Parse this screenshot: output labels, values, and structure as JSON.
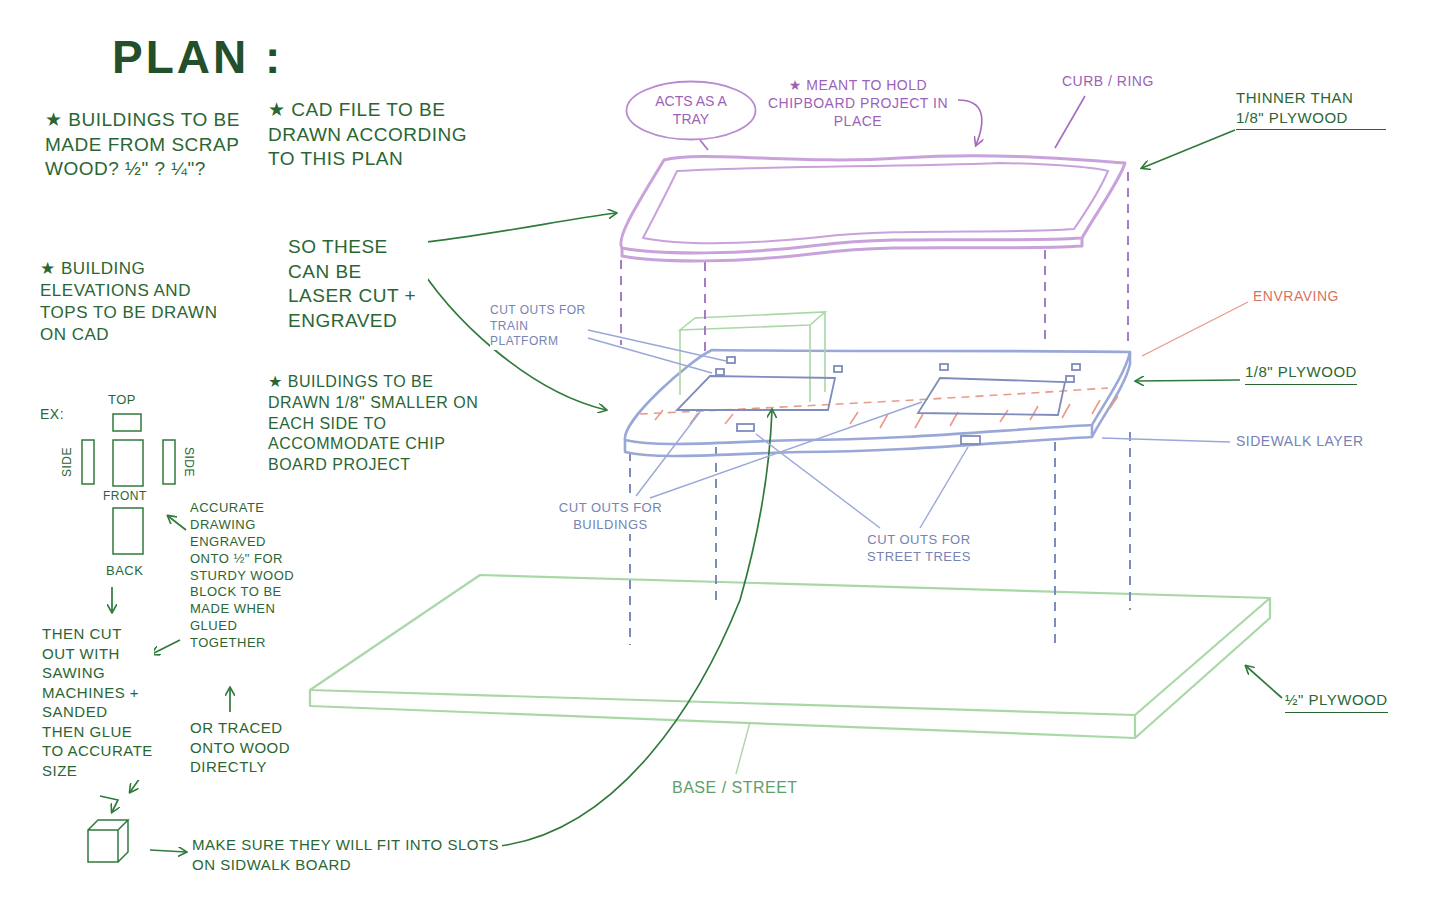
{
  "diagram": {
    "title": "PLAN :",
    "nodes": [
      {
        "text": [
          "ACTS AS A TRAY"
        ]
      }
    ],
    "labels": [
      "★ BUILDINGS TO BE MADE FROM SCRAP WOOD? ½\" ? ¼\"?",
      "★ BUILDING ELEVATIONS AND TOPS TO BE DRAWN ON CAD",
      "EX:",
      "TOP",
      "SIDE",
      "FRONT",
      "SIDE",
      "BACK",
      "ACCURATE DRAWING ENGRAVED ONTO ½\" FOR STURDY WOOD BLOCK TO BE MADE WHEN GLUED TOGETHER",
      "OR TRACED ONTO WOOD DIRECTLY",
      "THEN CUT OUT WITH SAWING MACHINES + SANDED THEN GLUE TO ACCURATE SIZE",
      "MAKE SURE THEY WILL FIT INTO SLOTS ON SIDWALK BOARD",
      "★ CAD FILE TO BE DRAWN ACCORDING TO THIS PLAN",
      "SO THESE CAN BE LASER CUT + ENGRAVED",
      "★ BUILDINGS TO BE DRAWN 1/8\" SMALLER ON EACH SIDE TO ACCOMMODATE CHIP BOARD PROJECT",
      "★ MEANT TO HOLD CHIPBOARD PROJECT IN PLACE",
      "CURB / RING",
      "THINNER THAN 1/8\" PLYWOOD",
      "ENVRAVING",
      "1/8\" PLYWOOD",
      "SIDEWALK LAYER",
      "CUT OUTS FOR TRAIN PLATFORM",
      "CUT OUTS FOR BUILDINGS",
      "CUT OUTS FOR STREET TREES",
      "½\" PLYWOOD",
      "BASE / STREET"
    ]
  }
}
